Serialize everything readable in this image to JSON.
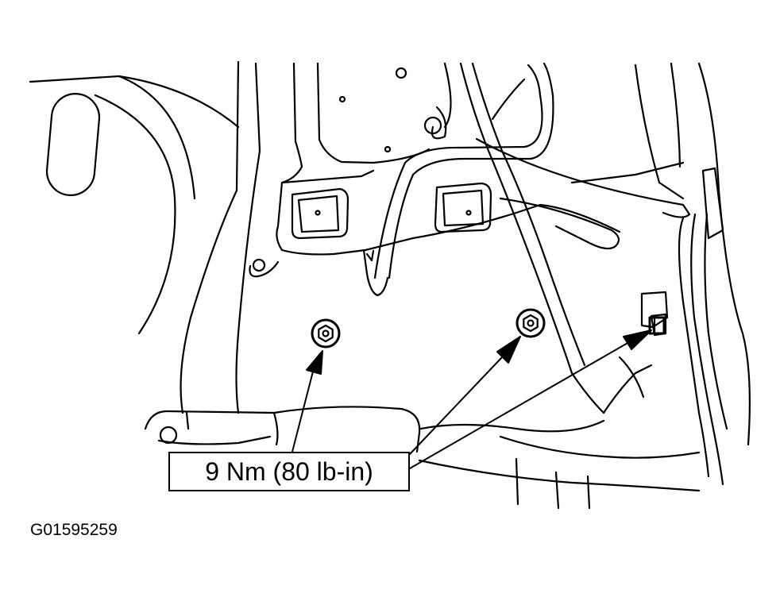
{
  "diagram": {
    "callout": {
      "text": "9 Nm (80 lb-in)"
    },
    "figure_id": "G01595259",
    "fasteners": [
      {
        "name": "left-nut",
        "type": "hex-nut"
      },
      {
        "name": "center-nut",
        "type": "hex-nut"
      },
      {
        "name": "right-clip-fastener",
        "type": "clip"
      }
    ],
    "colors": {
      "line": "#000000",
      "background": "#ffffff"
    }
  }
}
